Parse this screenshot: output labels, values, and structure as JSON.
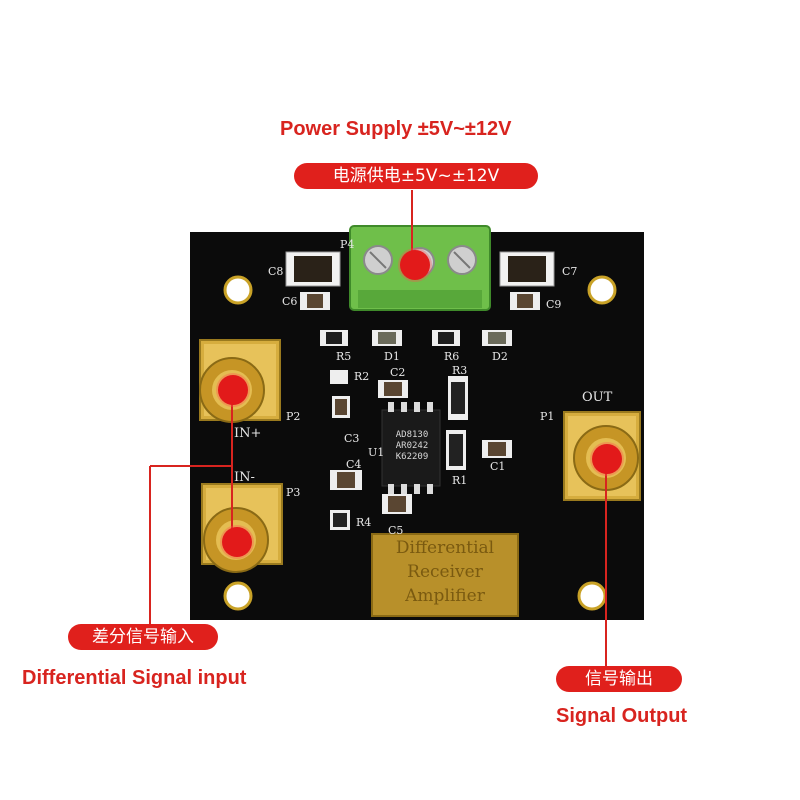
{
  "labels": {
    "power_en": "Power Supply ±5V~±12V",
    "power_cn": "电源供电±5V~±12V",
    "diff_cn": "差分信号输入",
    "diff_en": "Differential Signal input",
    "out_cn": "信号输出",
    "out_en": "Signal Output"
  },
  "silkscreen": {
    "p4": "P4",
    "c6": "C6",
    "c7": "C7",
    "c8": "C8",
    "c9": "C9",
    "r5": "R5",
    "d1": "D1",
    "r6": "R6",
    "d2": "D2",
    "r2": "R2",
    "r3": "R3",
    "c2": "C2",
    "c3": "C3",
    "c1": "C1",
    "u1": "U1",
    "r1": "R1",
    "c4": "C4",
    "r4": "R4",
    "c5": "C5",
    "p2": "P2",
    "p3": "P3",
    "p1": "P1",
    "in_plus": "IN+",
    "in_minus": "IN-",
    "out": "OUT"
  },
  "chip": {
    "line1": "AD8130",
    "line2": "AR0242",
    "line3": "K62209"
  },
  "plate": {
    "line1": "Differential",
    "line2": "Receiver",
    "line3": "Amplifier"
  },
  "colors": {
    "accent_red": "#e0201c",
    "board": "#0b0b0b",
    "gold": "#c9a227",
    "terminal_green": "#6fbf4a"
  }
}
